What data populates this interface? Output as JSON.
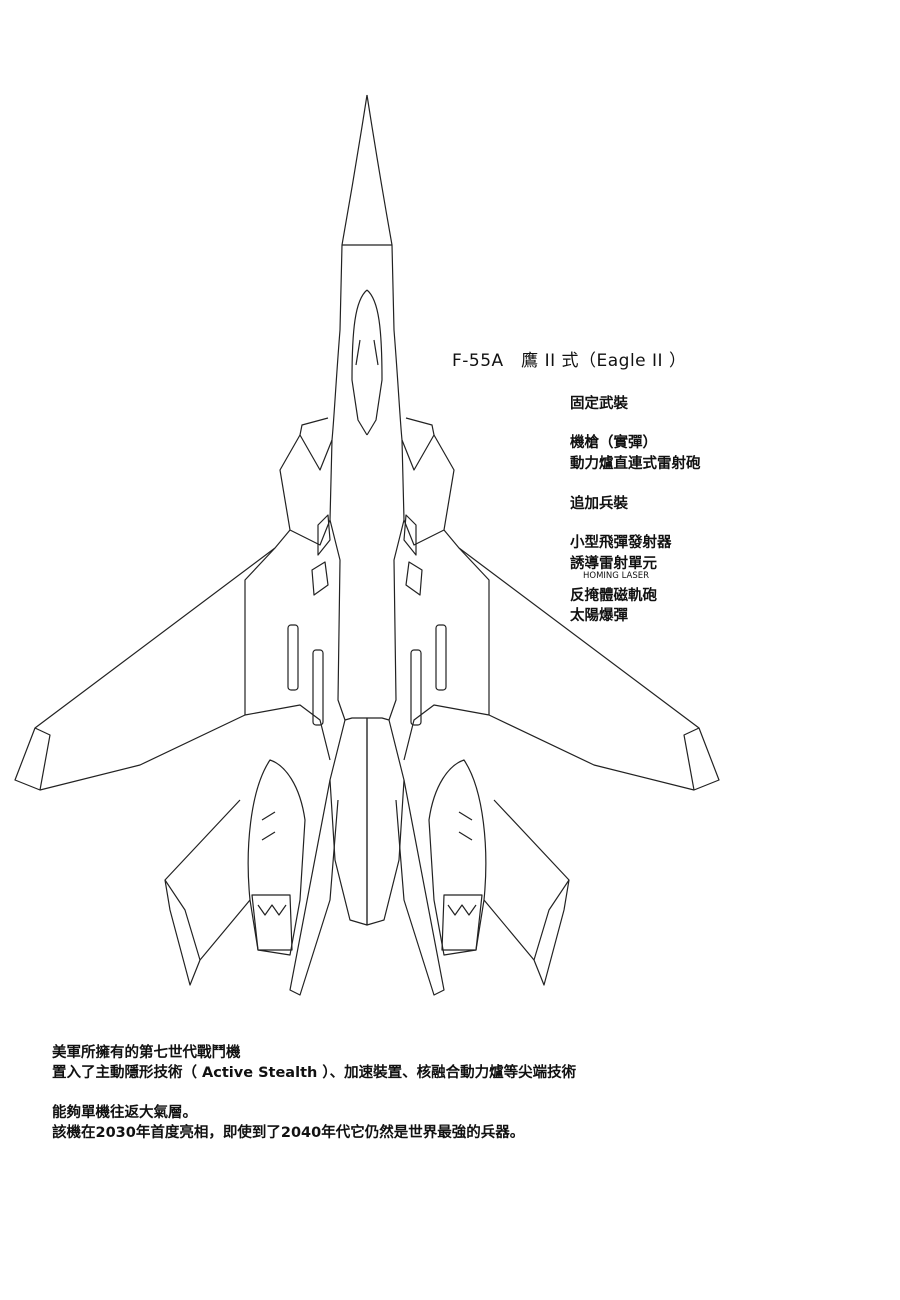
{
  "title": "F-55A　鷹 II 式（Eagle II ）",
  "specs": {
    "fixed_header": "固定武裝",
    "fixed": [
      "機槍（實彈）",
      "動力爐直連式雷射砲"
    ],
    "additional_header": "追加兵裝",
    "additional": [
      "小型飛彈發射器",
      "誘導雷射單元"
    ],
    "homing_note": "HOMING LASER",
    "additional_more": [
      "反掩體磁軌砲",
      "太陽爆彈"
    ]
  },
  "description": [
    "美軍所擁有的第七世代戰鬥機",
    "置入了主動隱形技術（ Active Stealth ）、加速裝置、核融合動力爐等尖端技術",
    "能夠單機往返大氣層。",
    "該機在2030年首度亮相，即使到了2040年代它仍然是世界最強的兵器。"
  ]
}
